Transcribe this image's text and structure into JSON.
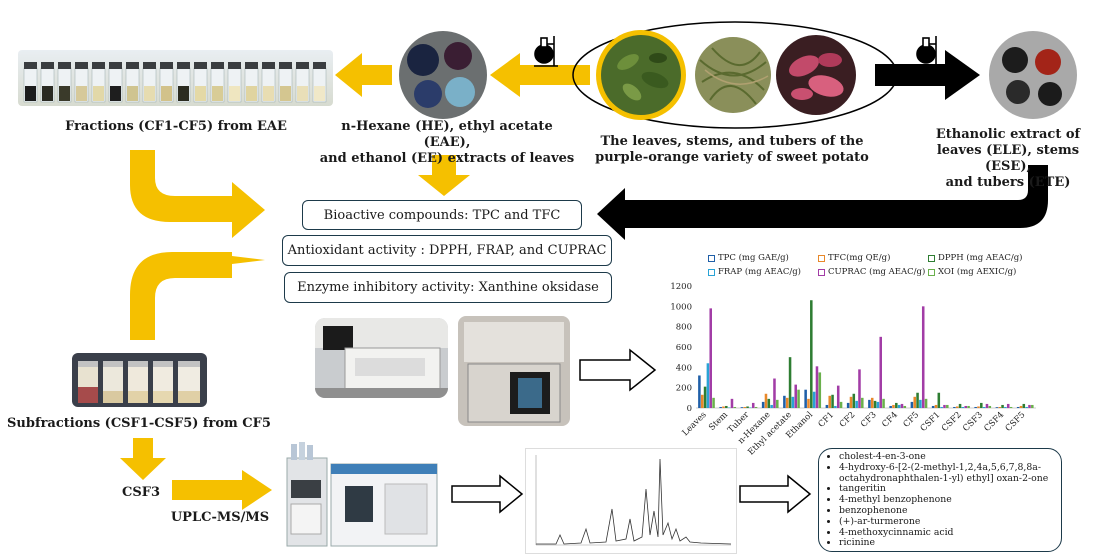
{
  "labels": {
    "fractions": "Fractions (CF1-CF5) from EAE",
    "extracts_line1": "n-Hexane (HE), ethyl acetate (EAE),",
    "extracts_line2": "and ethanol (EE) extracts of leaves",
    "plant_line1": "The leaves, stems, and tubers of the",
    "plant_line2": "purple-orange variety of sweet potato",
    "ethanolic_line1": "Ethanolic extract of",
    "ethanolic_line2": "leaves (ELE), stems (ESE),",
    "ethanolic_line3": "and tubers  (ETE)",
    "subfractions": "Subfractions (CSF1-CSF5) from CF5",
    "csf3": "CSF3",
    "uplc": "UPLC-MS/MS"
  },
  "boxes": {
    "bioactive": "Bioactive compounds:  TPC and TFC",
    "antioxidant": "Antioxidant activity : DPPH, FRAP, and CUPRAC",
    "enzyme": "Enzyme inhibitory activity:  Xanthine oksidase"
  },
  "compounds": [
    "cholest-4-en-3-one",
    "4-hydroxy-6-[2-(2-methyl-1,2,4a,5,6,7,8,8a-octahydronaphthalen-1-yl) ethyl] oxan-2-one",
    "tangeritin",
    "4-methyl benzophenone",
    "benzophenone",
    "(+)-ar-turmerone",
    "4-methoxycinnamic acid",
    "ricinine"
  ],
  "colors": {
    "yellow_arrow": "#f5c000",
    "black_arrow": "#000000",
    "box_border": "#1d3a4a"
  },
  "chart_data": {
    "type": "bar",
    "categories": [
      "Leaves",
      "Stem",
      "Tuber",
      "n-Hexane",
      "Ethyl acetate",
      "Ethanol",
      "CF1",
      "CF2",
      "CF3",
      "CF4",
      "CF5",
      "CSF1",
      "CSF2",
      "CSF3",
      "CSF4",
      "CSF5"
    ],
    "y_ticks": [
      "0",
      "200",
      "400",
      "600",
      "800",
      "1000",
      "1200"
    ],
    "ylim": [
      0,
      1200
    ],
    "series": [
      {
        "name": "TPC (mg GAE/g)",
        "color": "#1f5fa8",
        "values": [
          320,
          10,
          8,
          60,
          120,
          180,
          30,
          50,
          80,
          20,
          60,
          20,
          10,
          10,
          8,
          10
        ]
      },
      {
        "name": "TFC(mg QE/g)",
        "color": "#e8882a",
        "values": [
          130,
          15,
          10,
          140,
          100,
          90,
          120,
          110,
          100,
          30,
          110,
          30,
          15,
          15,
          10,
          20
        ]
      },
      {
        "name": "DPPH (mg AEAC/g)",
        "color": "#2e7d32",
        "values": [
          210,
          20,
          15,
          90,
          500,
          1060,
          130,
          140,
          70,
          50,
          150,
          150,
          40,
          50,
          30,
          40
        ]
      },
      {
        "name": "FRAP (mg AEAC/g)",
        "color": "#29a3d6",
        "values": [
          440,
          5,
          5,
          30,
          110,
          160,
          20,
          70,
          60,
          30,
          80,
          10,
          10,
          10,
          10,
          10
        ]
      },
      {
        "name": "CUPRAC (mg AEAC/g)",
        "color": "#a23ca6",
        "values": [
          980,
          90,
          50,
          290,
          230,
          410,
          220,
          380,
          700,
          40,
          1000,
          30,
          20,
          40,
          40,
          30
        ]
      },
      {
        "name": "XOI (mg AEXIC/g)",
        "color": "#6ab04c",
        "values": [
          100,
          10,
          10,
          80,
          180,
          350,
          60,
          100,
          90,
          20,
          90,
          30,
          20,
          20,
          10,
          30
        ]
      }
    ]
  }
}
